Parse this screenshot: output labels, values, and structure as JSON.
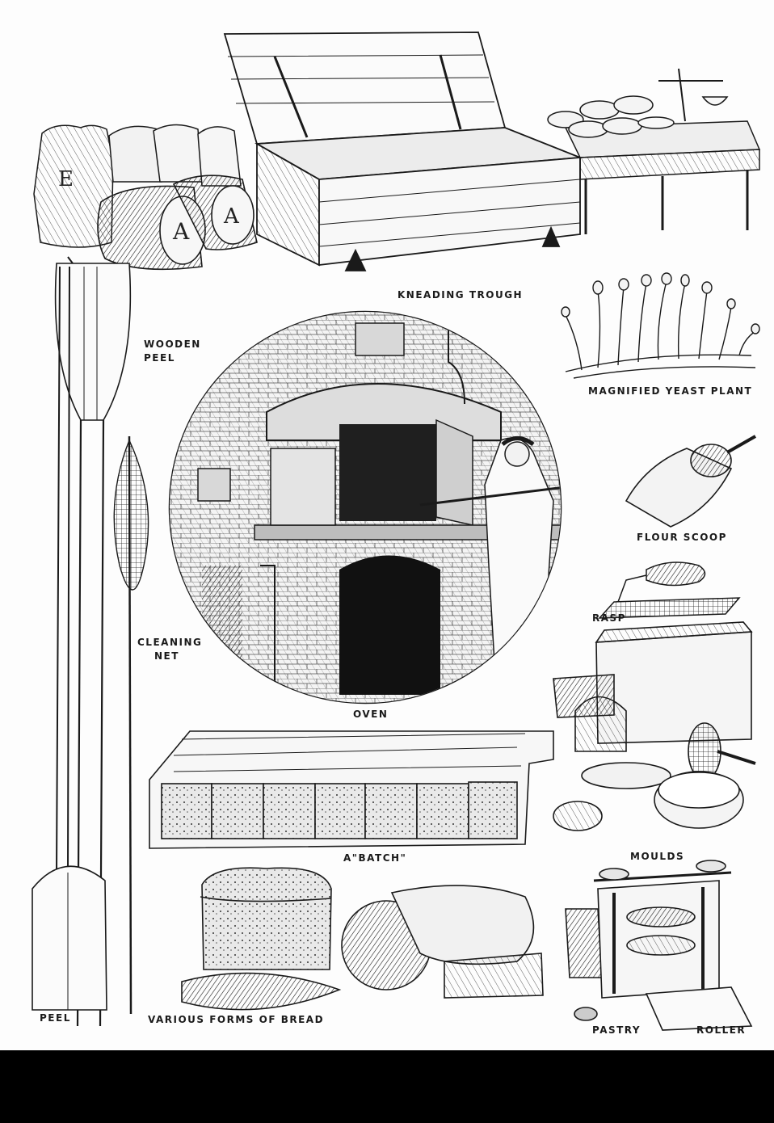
{
  "colors": {
    "ink": "#1a1a1a",
    "paper": "#fdfdfd",
    "banner": "#000000"
  },
  "labels": {
    "kneading_trough": "KNEADING TROUGH",
    "wooden_peel_1": "WOODEN",
    "wooden_peel_2": "PEEL",
    "yeast_plant": "MAGNIFIED YEAST PLANT",
    "flour_scoop": "FLOUR SCOOP",
    "rasp": "RASP",
    "cleaning_net_1": "CLEANING",
    "cleaning_net_2": "NET",
    "oven": "OVEN",
    "batch": "A\"BATCH\"",
    "moulds": "MOULDS",
    "peel": "PEEL",
    "bread_forms": "VARIOUS FORMS OF BREAD",
    "pastry_1": "PASTRY",
    "pastry_2": "ROLLER"
  },
  "barrels": {
    "letter": "A"
  },
  "sack": {
    "letter": "E"
  }
}
